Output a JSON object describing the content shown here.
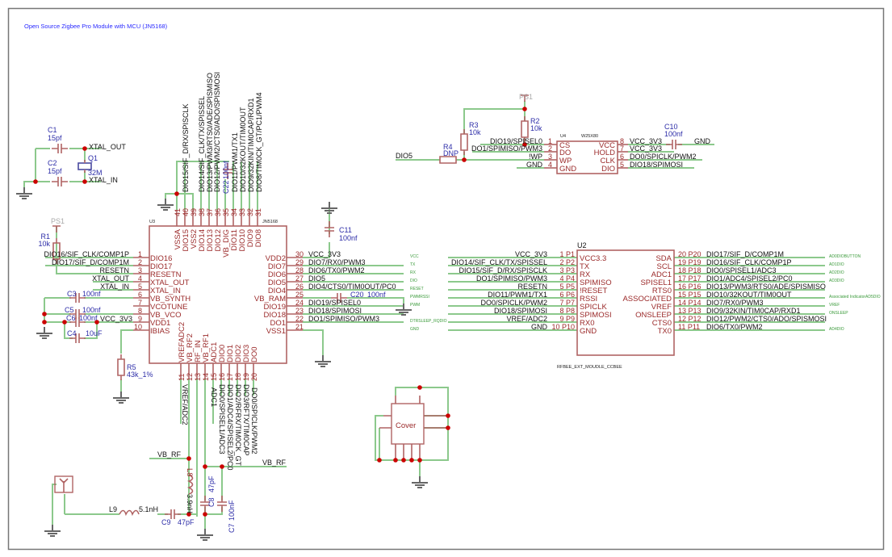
{
  "title": "Open Source Zigbee Pro Module with MCU (JN5168)",
  "power_symbols": {
    "ps1": "PS1"
  },
  "crystal": {
    "c1": {
      "ref": "C1",
      "value": "15pf"
    },
    "c2": {
      "ref": "C2",
      "value": "15pf"
    },
    "q1": {
      "ref": "Q1",
      "value": "32M"
    },
    "xtal_out": "XTAL_OUT",
    "xtal_in": "XTAL_IN"
  },
  "u3": {
    "ref": "U3",
    "part": "JN5168",
    "top_pins": [
      {
        "num": "41",
        "name": "VSSA"
      },
      {
        "num": "40",
        "name": "DIO15"
      },
      {
        "num": "39",
        "name": "VSS2"
      },
      {
        "num": "38",
        "name": "DIO14"
      },
      {
        "num": "37",
        "name": "DIO13"
      },
      {
        "num": "36",
        "name": "DIO12"
      },
      {
        "num": "35",
        "name": "VB_DIG"
      },
      {
        "num": "34",
        "name": "DIO11"
      },
      {
        "num": "33",
        "name": "DIO10"
      },
      {
        "num": "32",
        "name": "DIO9"
      },
      {
        "num": "31",
        "name": "DIO8"
      }
    ],
    "top_nets": [
      "DIO15/SIF_D/RX/SPISCLK",
      "DIO14/SIF_CLK/TX/SPISSEL",
      "DIO13/PWM3/RTS0/ADE/SPISMISO",
      "DIO12/PWM2/CTS0/ADO/SPISMOSI",
      "DIO11/PWM1/TX1",
      "DIO10/32KOUT/TIM0OUT",
      "DIO9/32KIN/TIM0CAP/RXD1",
      "DIO8/TIM0CK_GT/PC1/PWM4"
    ],
    "left_pins": [
      {
        "num": "1",
        "name": "DIO16",
        "net": "DIO16/SIF_CLK/COMP1P"
      },
      {
        "num": "2",
        "name": "DIO17",
        "net": "DIO17/SIF_D/COMP1M"
      },
      {
        "num": "3",
        "name": "RESETN",
        "net": "RESETN"
      },
      {
        "num": "4",
        "name": "XTAL_OUT",
        "net": "XTAL_OUT"
      },
      {
        "num": "5",
        "name": "XTAL_IN",
        "net": "XTAL_IN"
      },
      {
        "num": "6",
        "name": "VB_SYNTH",
        "net": ""
      },
      {
        "num": "7",
        "name": "VCOTUNE",
        "net": ""
      },
      {
        "num": "8",
        "name": "VB_VCO",
        "net": ""
      },
      {
        "num": "9",
        "name": "VDD1",
        "net": "VCC_3V3"
      },
      {
        "num": "10",
        "name": "IBIAS",
        "net": ""
      }
    ],
    "right_pins": [
      {
        "num": "30",
        "name": "VDD2",
        "net": "VCC_3V3"
      },
      {
        "num": "29",
        "name": "DIO7",
        "net": "DIO7/RX0/PWM3"
      },
      {
        "num": "28",
        "name": "DIO6",
        "net": "DIO6/TX0/PWM2"
      },
      {
        "num": "27",
        "name": "DIO5",
        "net": "DIO5"
      },
      {
        "num": "26",
        "name": "DIO4",
        "net": "DIO4/CTS0/TIM0OUT/PC0"
      },
      {
        "num": "25",
        "name": "VB_RAM",
        "net": ""
      },
      {
        "num": "24",
        "name": "DIO19",
        "net": "DIO19/SPISEL0"
      },
      {
        "num": "23",
        "name": "DIO18",
        "net": "DIO18/SPIMOSI"
      },
      {
        "num": "22",
        "name": "DO1",
        "net": "DO1/SPIMISO/PWM3"
      },
      {
        "num": "21",
        "name": "VSS1",
        "net": ""
      }
    ],
    "bottom_pins": [
      {
        "num": "11",
        "name": "VREFADC2"
      },
      {
        "num": "12",
        "name": "VB_RF2"
      },
      {
        "num": "13",
        "name": "RF_IN"
      },
      {
        "num": "14",
        "name": "VB_RF1"
      },
      {
        "num": "15",
        "name": "ADC1"
      },
      {
        "num": "16",
        "name": "DIO0"
      },
      {
        "num": "17",
        "name": "DIO1"
      },
      {
        "num": "18",
        "name": "DIO2"
      },
      {
        "num": "19",
        "name": "DIO3"
      },
      {
        "num": "20",
        "name": "DO0"
      }
    ],
    "bottom_nets": [
      "VREF/ADC2",
      "ADC1",
      "DIO0/SPISEL1/ADC3",
      "DIO1/ADC4/SPISEL2/PC0",
      "DIO2/RFRX/TIM0CK_GT",
      "DIO3/RFTX/TIM0CAP",
      "DO0/SPICLK/PWM2"
    ]
  },
  "passives": {
    "r1": {
      "ref": "R1",
      "value": "10k"
    },
    "r5": {
      "ref": "R5",
      "value": "43k_1%"
    },
    "c3": {
      "ref": "C3",
      "value": "100nf"
    },
    "c5": {
      "ref": "C5",
      "value": "100nf"
    },
    "c6": {
      "ref": "C6",
      "value": "100nf"
    },
    "c4": {
      "ref": "C4",
      "value": "10uF"
    },
    "c11": {
      "ref": "C11",
      "value": "100nf"
    },
    "c20": {
      "ref": "C20",
      "value": "100nf"
    },
    "c22": {
      "ref": "C22",
      "value": "100nf"
    },
    "c10": {
      "ref": "C10",
      "value": "100nf"
    }
  },
  "rf": {
    "vb_rf": "VB_RF",
    "l8": {
      "ref": "L8",
      "value": "3.9nH"
    },
    "l9": {
      "ref": "L9",
      "value": "5.1nH"
    },
    "c9": {
      "ref": "C9",
      "value": "47pF"
    },
    "c8": {
      "ref": "C8",
      "value": "47pF"
    },
    "c7": {
      "ref": "C7",
      "value": "100nF"
    }
  },
  "u4": {
    "ref": "U4",
    "part": "W25X80",
    "r2": {
      "ref": "R2",
      "value": "10k"
    },
    "r3": {
      "ref": "R3",
      "value": "10k"
    },
    "r4": {
      "ref": "R4",
      "value": "DNP"
    },
    "dio5": "DIO5",
    "left_pins": [
      {
        "num": "1",
        "name": "CS",
        "net": "DIO19/SPISEL0"
      },
      {
        "num": "2",
        "name": "DO",
        "net": "DO1/SPIMISO/PWM3"
      },
      {
        "num": "3",
        "name": "WP",
        "net": "!WP"
      },
      {
        "num": "4",
        "name": "GND",
        "net": "GND"
      }
    ],
    "right_pins": [
      {
        "num": "8",
        "name": "VCC",
        "net": "VCC_3V3"
      },
      {
        "num": "7",
        "name": "HOLD",
        "net": "VCC_3V3"
      },
      {
        "num": "6",
        "name": "CLK",
        "net": "DO0/SPICLK/PWM2"
      },
      {
        "num": "5",
        "name": "DIO",
        "net": "DIO18/SPIMOSI"
      }
    ],
    "gnd": "GND"
  },
  "u2": {
    "ref": "U2",
    "part": "RFBEE_EXT_MOUDLE_CCBEE",
    "left_pins": [
      {
        "num": "1 P1",
        "name": "VCC3.3",
        "net": "VCC_3V3",
        "note": "VCC"
      },
      {
        "num": "2 P2",
        "name": "TX",
        "net": "DIO14/SIF_CLK/TX/SPISSEL",
        "note": "TX"
      },
      {
        "num": "3 P3",
        "name": "RX",
        "net": "DIO15/SIF_D/RX/SPISCLK",
        "note": "RX"
      },
      {
        "num": "4 P4",
        "name": "SPIMISO",
        "net": "DO1/SPIMISO/PWM3",
        "note": "DIO"
      },
      {
        "num": "5 P5",
        "name": "!RESET",
        "net": "RESETN",
        "note": "RESET"
      },
      {
        "num": "6 P6",
        "name": "RSSI",
        "net": "DIO11/PWM1/TX1",
        "note": "PWMRSSI"
      },
      {
        "num": "7 P7",
        "name": "SPICLK",
        "net": "DO0/SPICLK/PWM2",
        "note": "PWM"
      },
      {
        "num": "8 P8",
        "name": "SPIMOSI",
        "net": "DIO18/SPIMOSI",
        "note": ""
      },
      {
        "num": "9 P9",
        "name": "RX0",
        "net": "VREF/ADC2",
        "note": "DTRSLEEP_RQDIO"
      },
      {
        "num": "10 P10",
        "name": "GND",
        "net": "GND",
        "note": "GND"
      }
    ],
    "right_pins": [
      {
        "num": "20 P20",
        "name": "SDA",
        "net": "DIO17/SIF_D/COMP1M",
        "note": "AD0DIOBUTTON"
      },
      {
        "num": "19 P19",
        "name": "SCL",
        "net": "DIO16/SIF_CLK/COMP1P",
        "note": "AD1DIO"
      },
      {
        "num": "18 P18",
        "name": "ADC1",
        "net": "DIO0/SPISEL1/ADC3",
        "note": "AD2DIO"
      },
      {
        "num": "17 P17",
        "name": "SPISEL1",
        "net": "DIO1/ADC4/SPISEL2/PC0",
        "note": "AD3DIO"
      },
      {
        "num": "16 P16",
        "name": "RTS0",
        "net": "DIO13/PWM3/RTS0/ADE/SPISMISO",
        "note": ""
      },
      {
        "num": "15 P15",
        "name": "ASSOCIATED",
        "net": "DIO10/32KOUT/TIM0OUT",
        "note": "Associated IndicatorAD5DIO"
      },
      {
        "num": "14 P14",
        "name": "VREF",
        "net": "DIO7/RX0/PWM3",
        "note": "VREF"
      },
      {
        "num": "13 P13",
        "name": "ONSLEEP",
        "net": "DIO9/32KIN/TIM0CAP/RXD1",
        "note": "ONSLEEP"
      },
      {
        "num": "12 P12",
        "name": "CTS0",
        "net": "DIO12/PWM2/CTS0/ADO/SPISMOSI",
        "note": ""
      },
      {
        "num": "11 P11",
        "name": "TX0",
        "net": "DIO6/TX0/PWM2",
        "note": "AD4DIO"
      }
    ]
  },
  "cover": {
    "label": "Cover"
  },
  "colors": {
    "wire": "#8cc98c",
    "part": "#b06464",
    "pin_text": "#9b2a2a",
    "value_text": "#2d2da8",
    "junction": "#cc0000",
    "title": "#2a2aff"
  }
}
